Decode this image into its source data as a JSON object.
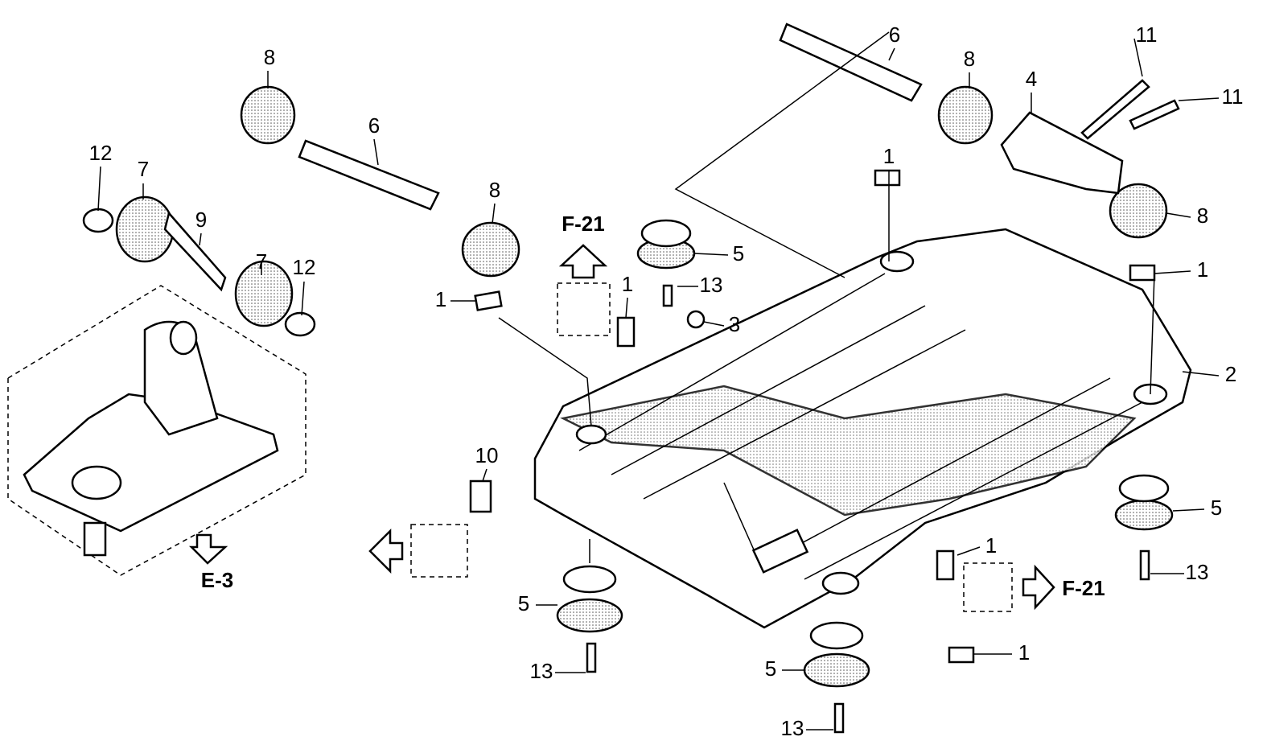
{
  "diagram": {
    "callouts": [
      "8",
      "6",
      "12",
      "7",
      "9",
      "7",
      "12",
      "8",
      "1",
      "1",
      "13",
      "3",
      "5",
      "6",
      "8",
      "4",
      "11",
      "11",
      "1",
      "8",
      "1",
      "2",
      "10",
      "5",
      "13",
      "1",
      "5",
      "13",
      "5",
      "13",
      "1"
    ],
    "references": [
      "F-21",
      "F-21",
      "E-3"
    ],
    "colors": {
      "line": "#000000",
      "background": "#ffffff"
    }
  }
}
